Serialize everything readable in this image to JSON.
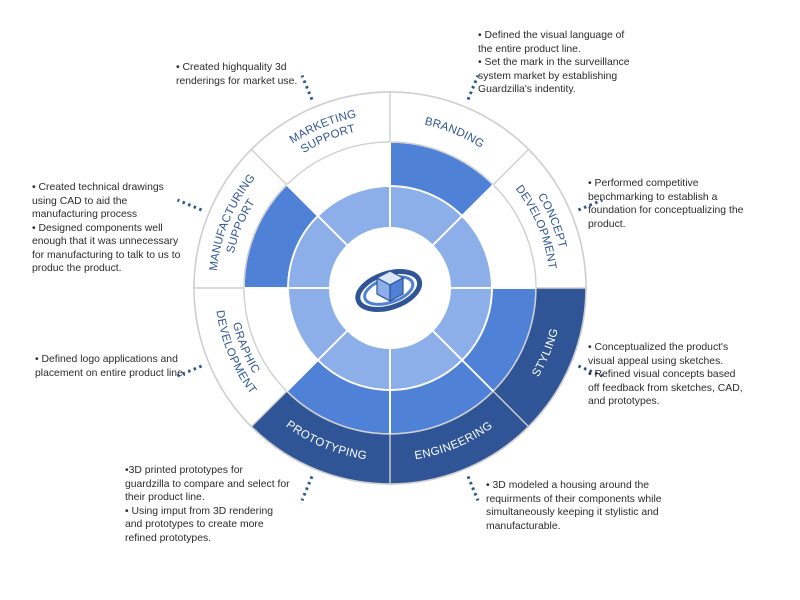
{
  "segments": [
    {
      "id": "branding",
      "label_lines": [
        "BRANDING"
      ],
      "level": 2,
      "note": [
        "• Defined the visual language of",
        "the entire product line.",
        "• Set the mark in the surveillance",
        "system market by establishing",
        "Guardzilla's indentity."
      ]
    },
    {
      "id": "concept",
      "label_lines": [
        "CONCEPT",
        "DEVELOPMENT"
      ],
      "level": 1,
      "note": [
        "• Performed competitive",
        "benchmarking to establish a",
        "foundation for conceptualizing the",
        "product."
      ]
    },
    {
      "id": "styling",
      "label_lines": [
        "STYLING"
      ],
      "level": 3,
      "note": [
        "• Conceptualized the product's",
        "visual appeal using sketches.",
        "• Refined visual concepts based",
        "off feedback from sketches, CAD,",
        "and prototypes."
      ]
    },
    {
      "id": "engineering",
      "label_lines": [
        "ENGINEERING"
      ],
      "level": 3,
      "note": [
        "• 3D modeled a housing around the",
        "requirments of their components while",
        "simultaneously keeping it stylistic and",
        "manufacturable."
      ]
    },
    {
      "id": "prototyping",
      "label_lines": [
        "PROTOTYPING"
      ],
      "level": 3,
      "note": [
        "•3D printed prototypes for",
        "guardzilla to compare and select for",
        "their product line.",
        "• Using imput from 3D rendering",
        "and prototypes to create more",
        "refined prototypes."
      ]
    },
    {
      "id": "graphic",
      "label_lines": [
        "GRAPHIC",
        "DEVELOPMENT"
      ],
      "level": 1,
      "note": [
        "• Defined logo applications and",
        "placement on entire product line."
      ]
    },
    {
      "id": "manufacturing",
      "label_lines": [
        "MANUFACTURING",
        "SUPPORT"
      ],
      "level": 2,
      "note": [
        "• Created technical drawings",
        "using CAD to aid the",
        "manufacturing process",
        "• Designed components well",
        "enough that it was unnecessary",
        "for manufacturing to talk to us to",
        "produc the product."
      ]
    },
    {
      "id": "marketing",
      "label_lines": [
        "MARKETING",
        "SUPPORT"
      ],
      "level": 1,
      "note": [
        "• Created highquality 3d",
        "renderings for market use."
      ]
    }
  ],
  "colors": {
    "dark": "#2f5596",
    "mid": "#4f81d6",
    "light": "#8dafe9",
    "hub_ring": "#8dafe9",
    "outline": "#cfcfcf",
    "label_on_white": "#2f5596",
    "label_on_dark": "#ffffff",
    "leader": "#2f5596"
  },
  "icon": {
    "hub": "cube-logo-icon"
  }
}
